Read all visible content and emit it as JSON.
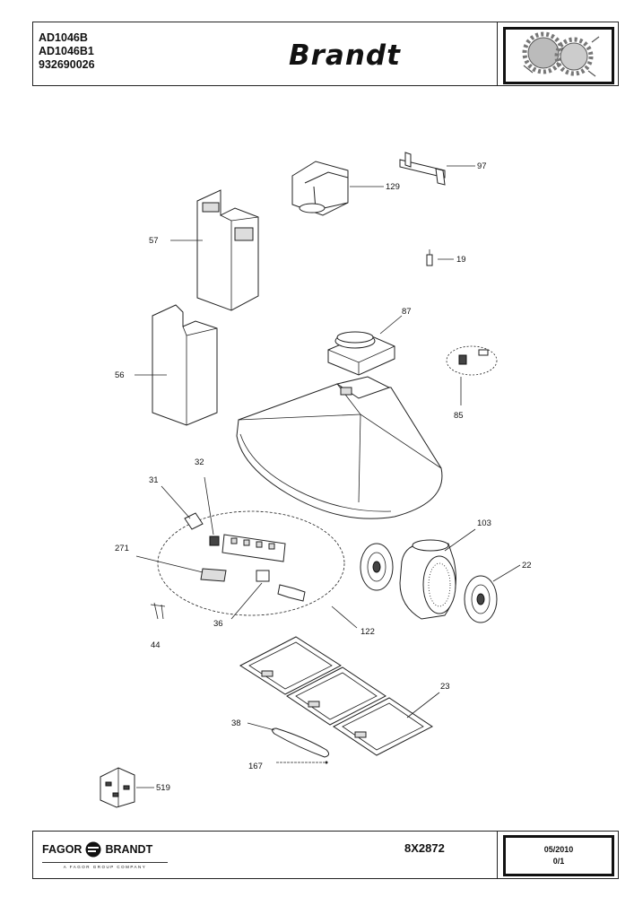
{
  "header": {
    "models": [
      "AD1046B",
      "AD1046B1",
      "932690026"
    ],
    "brand": "Brandt"
  },
  "callouts": {
    "p97": "97",
    "p129": "129",
    "p57": "57",
    "p19": "19",
    "p87": "87",
    "p56": "56",
    "p85": "85",
    "p32": "32",
    "p31": "31",
    "p103": "103",
    "p271": "271",
    "p22": "22",
    "p36": "36",
    "p122": "122",
    "p44": "44",
    "p23": "23",
    "p38": "38",
    "p167": "167",
    "p519": "519"
  },
  "footer": {
    "company": [
      "FAGOR",
      "BRANDT"
    ],
    "company_sub": "A FAGOR GROUP COMPANY",
    "reference": "8X2872",
    "date": "05/2010",
    "revision": "0/1"
  }
}
